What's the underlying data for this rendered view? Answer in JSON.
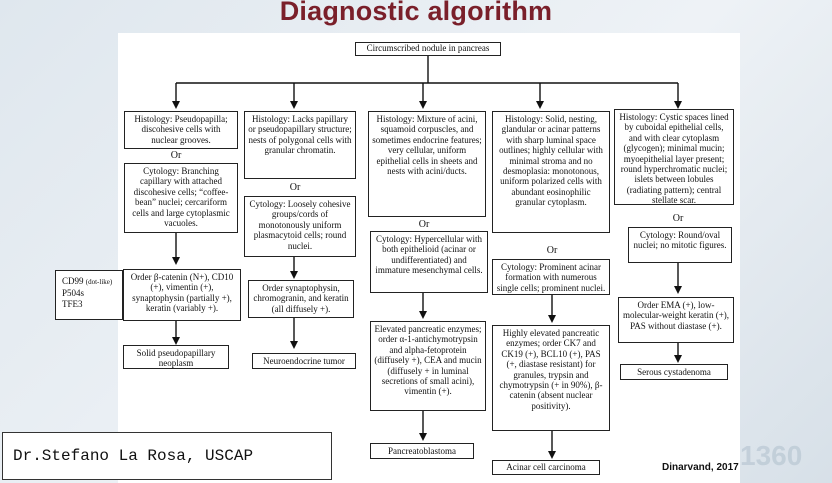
{
  "slide": {
    "title": "Diagnostic algorithm",
    "credit": "Dr.Stefano La Rosa, USCAP",
    "citation": "Dinarvand, 2017",
    "watermark": "1360"
  },
  "diagram": {
    "root": "Circumscribed nodule in pancreas",
    "or_label": "Or",
    "columns": [
      {
        "histology": "Histology: Pseudopapilla; discohesive cells with nuclear grooves.",
        "cytology": "Cytology: Branching capillary with attached discohesive cells; “coffee-bean” nuclei; cercariform cells and large cytoplasmic vacuoles.",
        "stains": "Order β-catenin (N+), CD10 (+), vimentin (+), synaptophysin (partially +), keratin (variably +).",
        "diagnosis": "Solid pseudopapillary neoplasm"
      },
      {
        "histology": "Histology: Lacks papillary or pseudopapillary structure; nests of polygonal cells with granular chromatin.",
        "cytology": "Cytology: Loosely cohesive groups/cords of monotonously uniform plasmacytoid cells; round nuclei.",
        "stains": "Order synaptophysin, chromogranin, and keratin (all diffusely +).",
        "diagnosis": "Neuroendocrine tumor"
      },
      {
        "histology": "Histology: Mixture of acini, squamoid corpuscles, and sometimes endocrine features; very cellular, uniform epithelial cells in sheets and nests with acini/ducts.",
        "cytology": "Cytology: Hypercellular with both epithelioid (acinar or undifferentiated) and immature mesenchymal cells.",
        "stains": "Elevated pancreatic enzymes; order α-1-antichymotrypsin and alpha-fetoprotein (diffusely +), CEA and mucin (diffusely + in luminal secretions of small acini), vimentin (+).",
        "diagnosis": "Pancreatoblastoma"
      },
      {
        "histology": "Histology: Solid, nesting, glandular or acinar patterns with sharp luminal space outlines; highly cellular with minimal stroma and no desmoplasia: monotonous, uniform polarized cells with abundant eosinophilic granular cytoplasm.",
        "cytology": "Cytology: Prominent acinar formation with numerous single cells; prominent nuclei.",
        "stains": "Highly elevated pancreatic enzymes; order CK7 and CK19 (+), BCL10 (+), PAS (+, diastase resistant) for granules, trypsin and chymotrypsin (+ in 90%), β-catenin (absent nuclear positivity).",
        "diagnosis": "Acinar cell carcinoma"
      },
      {
        "histology": "Histology: Cystic spaces lined by cuboidal epithelial cells, and with clear cytoplasm (glycogen); minimal mucin; myoepithelial layer present; round hyperchromatic nuclei; islets between lobules (radiating pattern); central stellate scar.",
        "cytology": "Cytology: Round/oval nuclei; no mitotic figures.",
        "stains": "Order EMA (+), low-molecular-weight keratin (+), PAS without diastase (+).",
        "diagnosis": "Serous cystadenoma"
      }
    ]
  },
  "ihc_note": {
    "line1": "CD99",
    "line1_small": "(dot-like)",
    "line2": "P504s",
    "line3": "TFE3"
  }
}
